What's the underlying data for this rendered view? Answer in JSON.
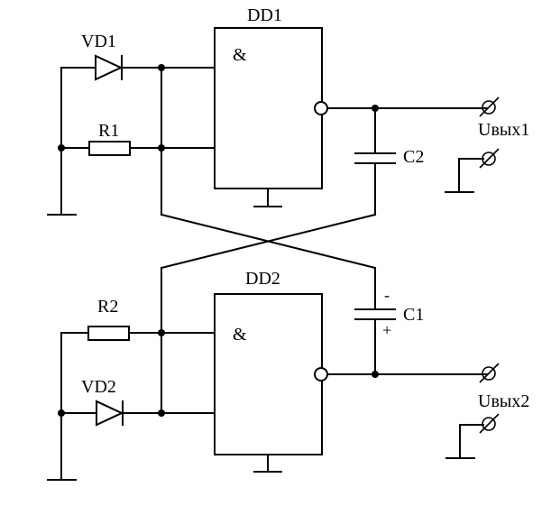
{
  "gates": {
    "dd1": {
      "name": "DD1",
      "symbol": "&"
    },
    "dd2": {
      "name": "DD2",
      "symbol": "&"
    }
  },
  "diodes": {
    "vd1": "VD1",
    "vd2": "VD2"
  },
  "resistors": {
    "r1": "R1",
    "r2": "R2"
  },
  "capacitors": {
    "c1": "C1",
    "c2": "C2",
    "c1_minus": "-",
    "c1_plus": "+"
  },
  "outputs": {
    "out1": "Uвых1",
    "out2": "Uвых2"
  }
}
